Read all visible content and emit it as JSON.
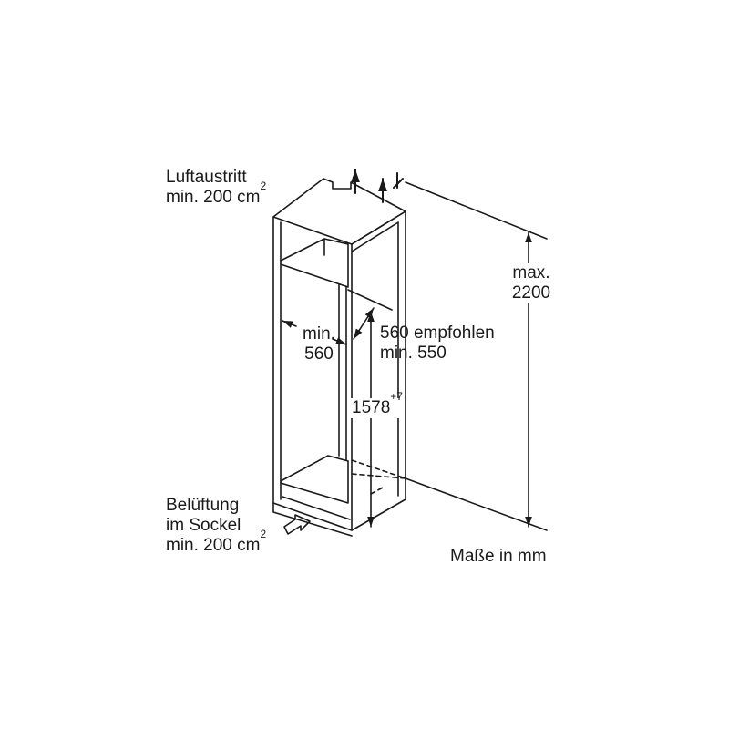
{
  "air_outlet": {
    "line1": "Luftaustritt",
    "line2": "min. 200 cm",
    "sup": "2"
  },
  "ventilation": {
    "line1": "Belüftung",
    "line2": "im Sockel",
    "line3": "min. 200 cm",
    "sup": "2"
  },
  "niche_width": {
    "line1": "min.",
    "line2": "560"
  },
  "niche_depth": {
    "line1": "560 empfohlen",
    "line2": "min. 550"
  },
  "appliance_height": {
    "value": "1578",
    "tolerance": "+7"
  },
  "niche_height": {
    "line1": "max.",
    "line2": "2200"
  },
  "units_note": "Maße in mm",
  "colors": {
    "line": "#1a1a1a",
    "background": "#ffffff"
  }
}
